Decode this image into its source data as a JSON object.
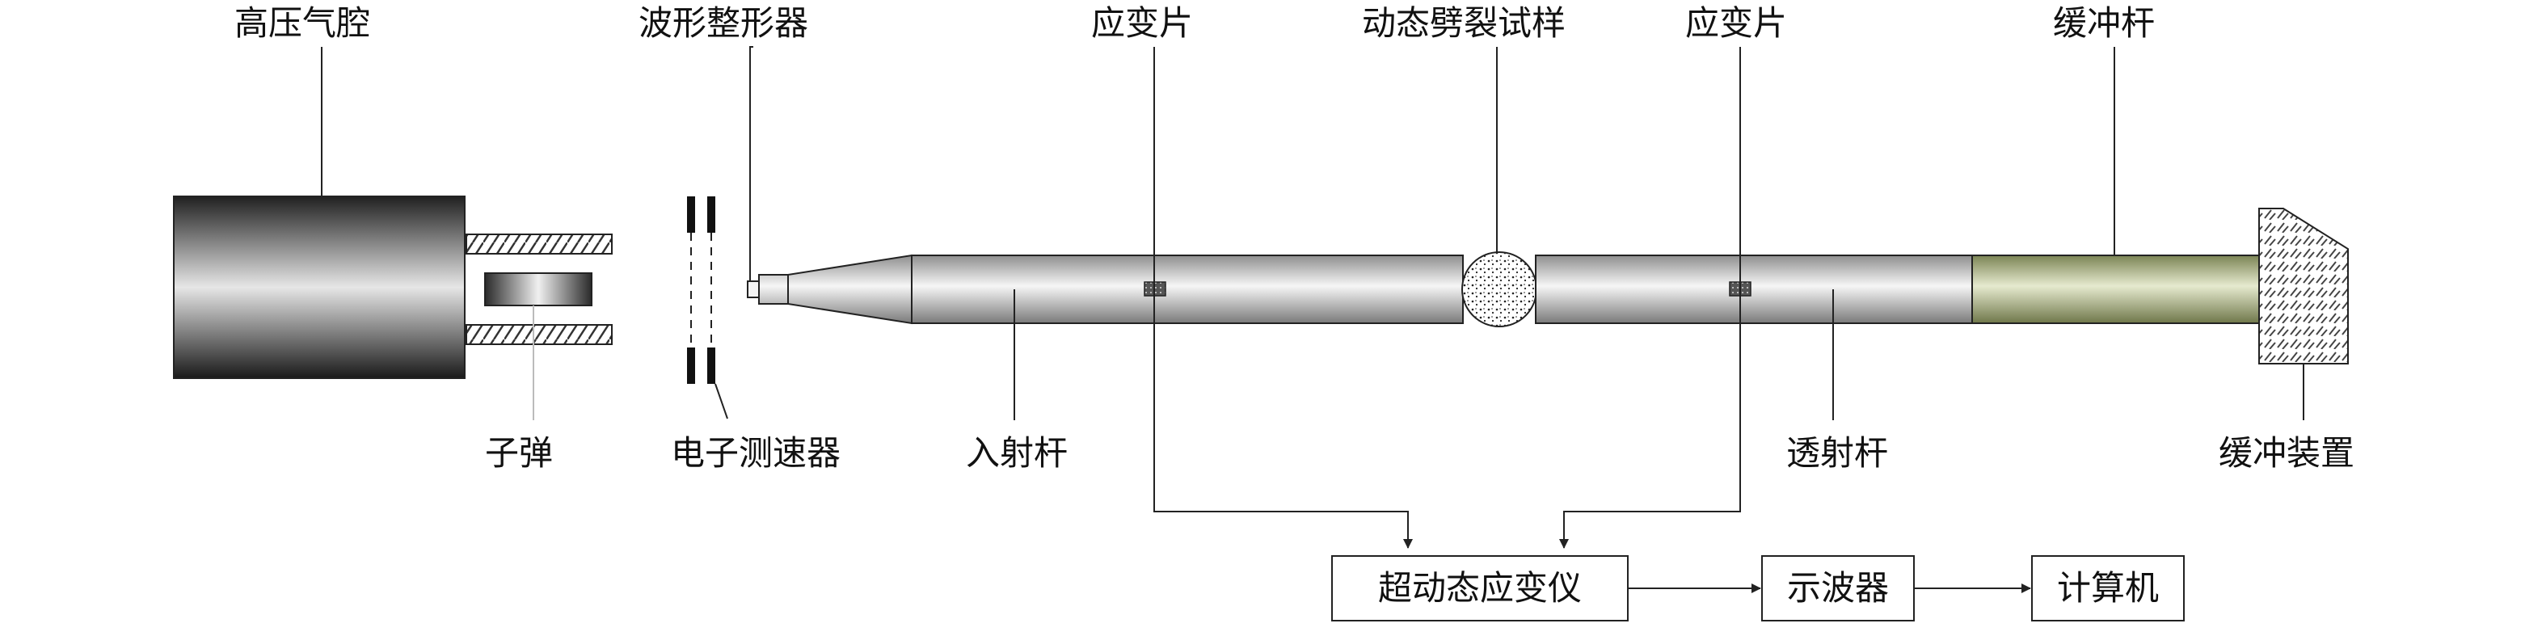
{
  "diagram": {
    "labels": {
      "high_pressure_chamber": "高压气腔",
      "pulse_shaper": "波形整形器",
      "strain_gauge_incident": "应变片",
      "specimen": "动态劈裂试样",
      "strain_gauge_transmitted": "应变片",
      "buffer_bar": "缓冲杆",
      "bullet": "子弹",
      "speed_meter": "电子测速器",
      "incident_bar": "入射杆",
      "transmitted_bar": "透射杆",
      "buffer_device": "缓冲装置"
    },
    "boxes": {
      "amplifier": "超动态应变仪",
      "oscilloscope": "示波器",
      "computer": "计算机"
    },
    "colors": {
      "line": "#222222",
      "bar_light": "#f4f4f4",
      "bar_dark": "#8a8a8a",
      "buffer_bar_light": "#e4e8cf",
      "buffer_bar_dark": "#7b8454"
    }
  }
}
